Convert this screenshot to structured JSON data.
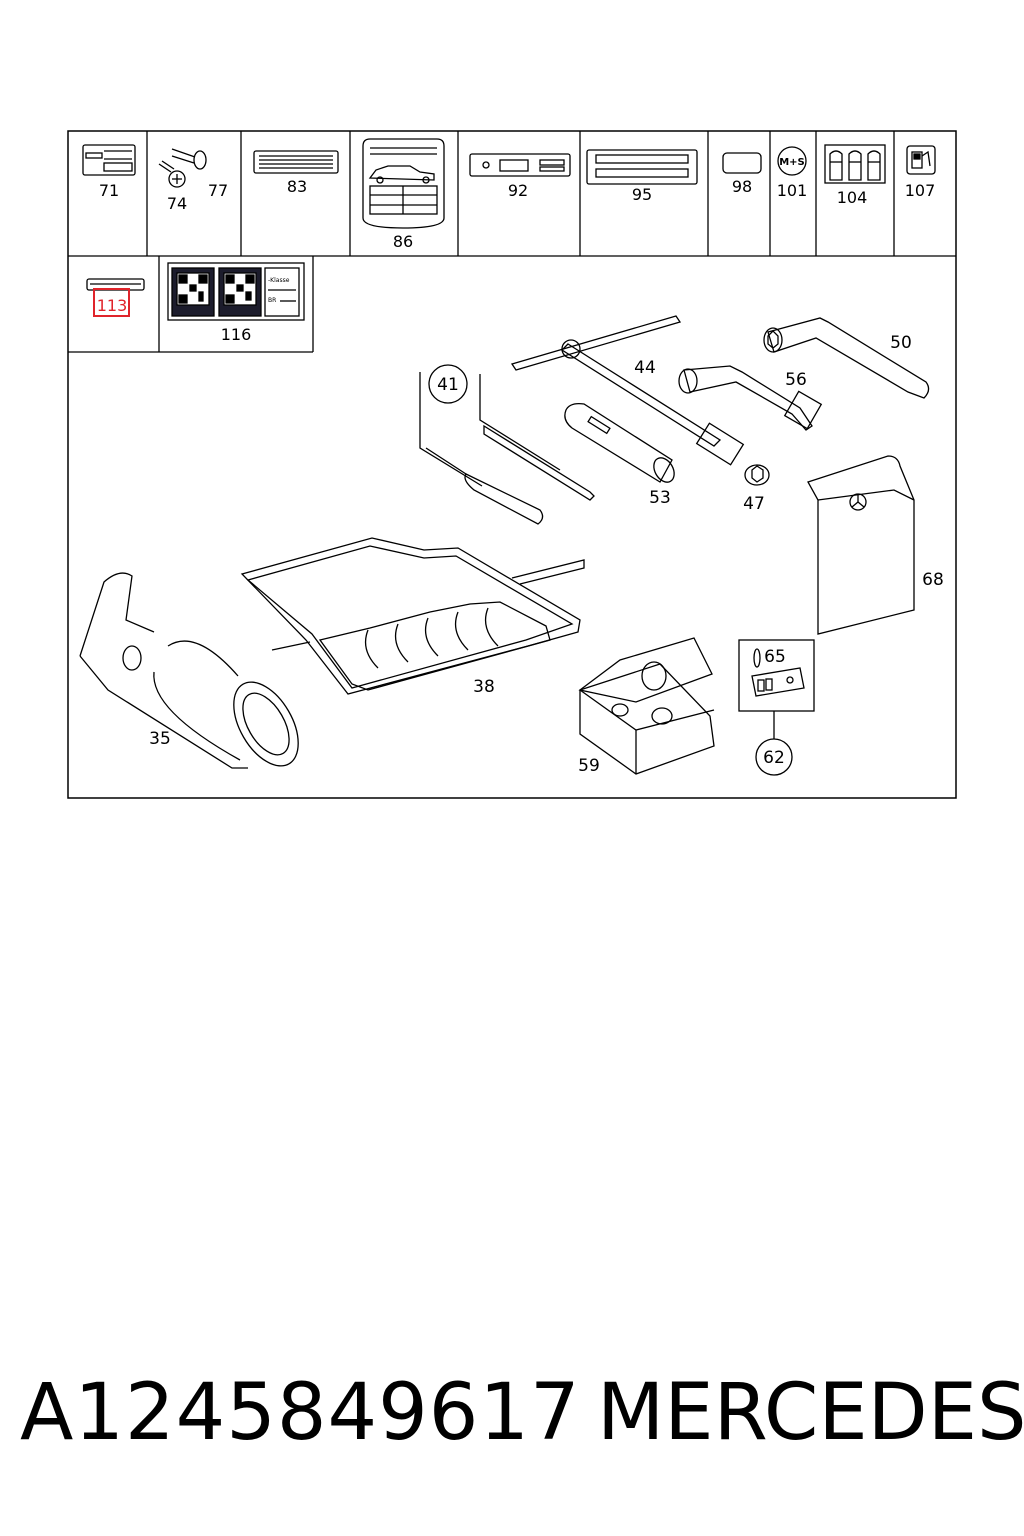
{
  "header_cells": [
    "71",
    "74",
    "77",
    "83",
    "86",
    "92",
    "95",
    "98",
    "101",
    "104",
    "107"
  ],
  "second_row": {
    "item_113": "113",
    "item_116": "116"
  },
  "icon_text": {
    "ms": "M+S",
    "class_label": "-Klasse",
    "br_label": "BR"
  },
  "callouts": {
    "c35": "35",
    "c38": "38",
    "c41": "41",
    "c44": "44",
    "c47": "47",
    "c50": "50",
    "c53": "53",
    "c56": "56",
    "c59": "59",
    "c62": "62",
    "c65": "65",
    "c68": "68"
  },
  "highlight_color": "#e0242b",
  "footer": {
    "part_number": "A1245849617",
    "brand": "MERCEDES"
  }
}
